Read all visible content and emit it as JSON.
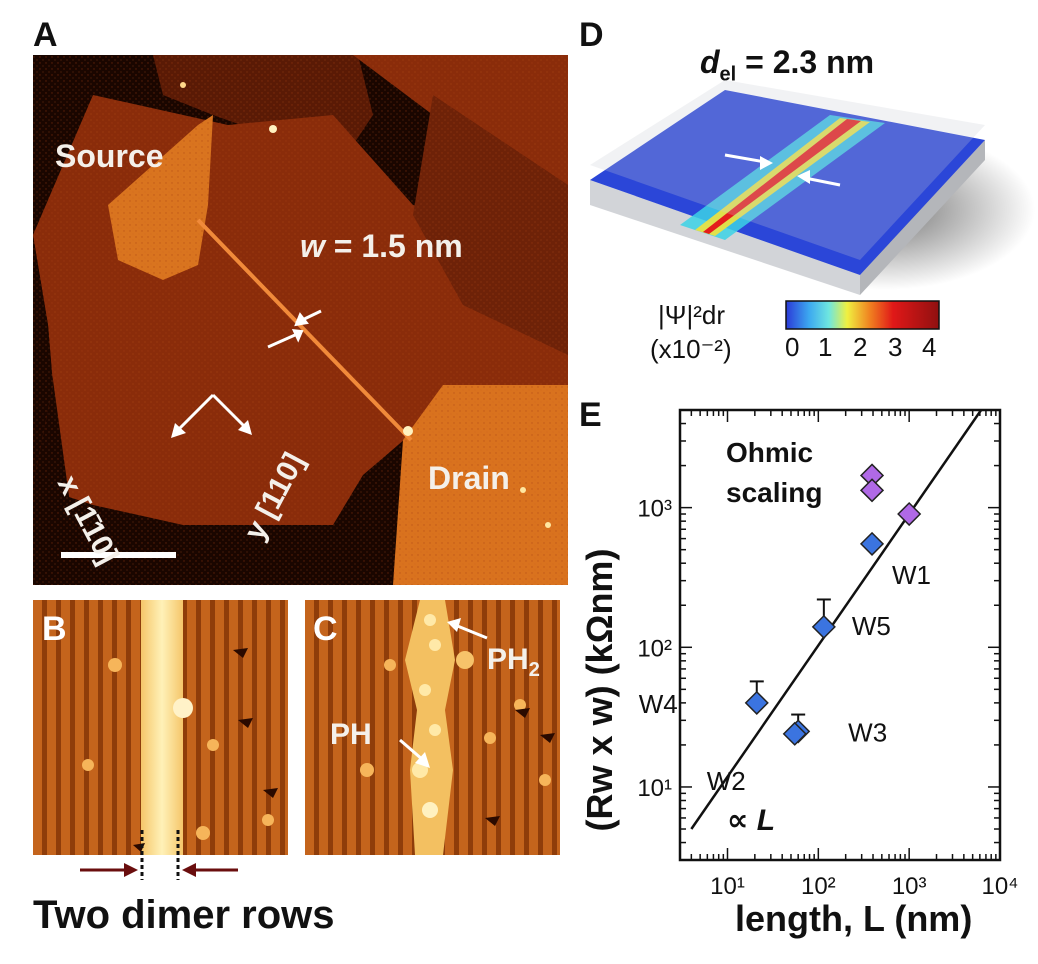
{
  "panels": {
    "a": {
      "letter": "A",
      "source_label": "Source",
      "drain_label": "Drain",
      "width_label_var": "w",
      "width_label_rest": " = 1.5 nm",
      "x_axis_label": "x [1̄10]",
      "y_axis_label": "y [110]"
    },
    "b": {
      "letter": "B",
      "caption": "Two dimer rows"
    },
    "c": {
      "letter": "C",
      "label_ph": "PH",
      "label_ph2": "PH",
      "label_ph2_sub": "2"
    },
    "d": {
      "letter": "D",
      "title_var": "d",
      "title_sub": "el",
      "title_rest": " = 2.3 nm",
      "colorbar_label": "|Ψ|²dr",
      "colorbar_unit": "(x10⁻²)",
      "colorbar_ticks": [
        "0",
        "1",
        "2",
        "3",
        "4"
      ]
    },
    "e": {
      "letter": "E",
      "annotation_ohmic_line1": "Ohmic",
      "annotation_ohmic_line2": "scaling",
      "annotation_proportional": "∝ L"
    }
  },
  "chart_data": {
    "type": "scatter",
    "xlabel": "length, L (nm)",
    "ylabel": "(Rw x w) (kΩnm)",
    "xscale": "log",
    "yscale": "log",
    "xlim": [
      3,
      10000
    ],
    "ylim": [
      3,
      5000
    ],
    "x_ticks": [
      {
        "value": 10,
        "label": "10¹"
      },
      {
        "value": 100,
        "label": "10²"
      },
      {
        "value": 1000,
        "label": "10³"
      },
      {
        "value": 10000,
        "label": "10⁴"
      }
    ],
    "y_ticks": [
      {
        "value": 10,
        "label": "10¹"
      },
      {
        "value": 100,
        "label": "10²"
      },
      {
        "value": 1000,
        "label": "10³"
      }
    ],
    "fit_line": {
      "slope": 1,
      "points": [
        [
          4,
          5
        ],
        [
          6200,
          5000
        ]
      ]
    },
    "blue_points": [
      {
        "label": "W1",
        "x": 390,
        "y": 550
      },
      {
        "label": "W5",
        "x": 115,
        "y": 140,
        "err_up": 220
      },
      {
        "label": "W4",
        "x": 21,
        "y": 40,
        "err_up": 57
      },
      {
        "label": "W3",
        "x": 60,
        "y": 25,
        "err_up": 33
      },
      {
        "label": "W2",
        "x": 55,
        "y": 24
      }
    ],
    "purple_points": [
      {
        "x": 390,
        "y": 1700
      },
      {
        "x": 390,
        "y": 1330
      },
      {
        "x": 1000,
        "y": 900
      }
    ],
    "colors": {
      "blue": "#3b74e0",
      "purple": "#b069e6"
    }
  }
}
